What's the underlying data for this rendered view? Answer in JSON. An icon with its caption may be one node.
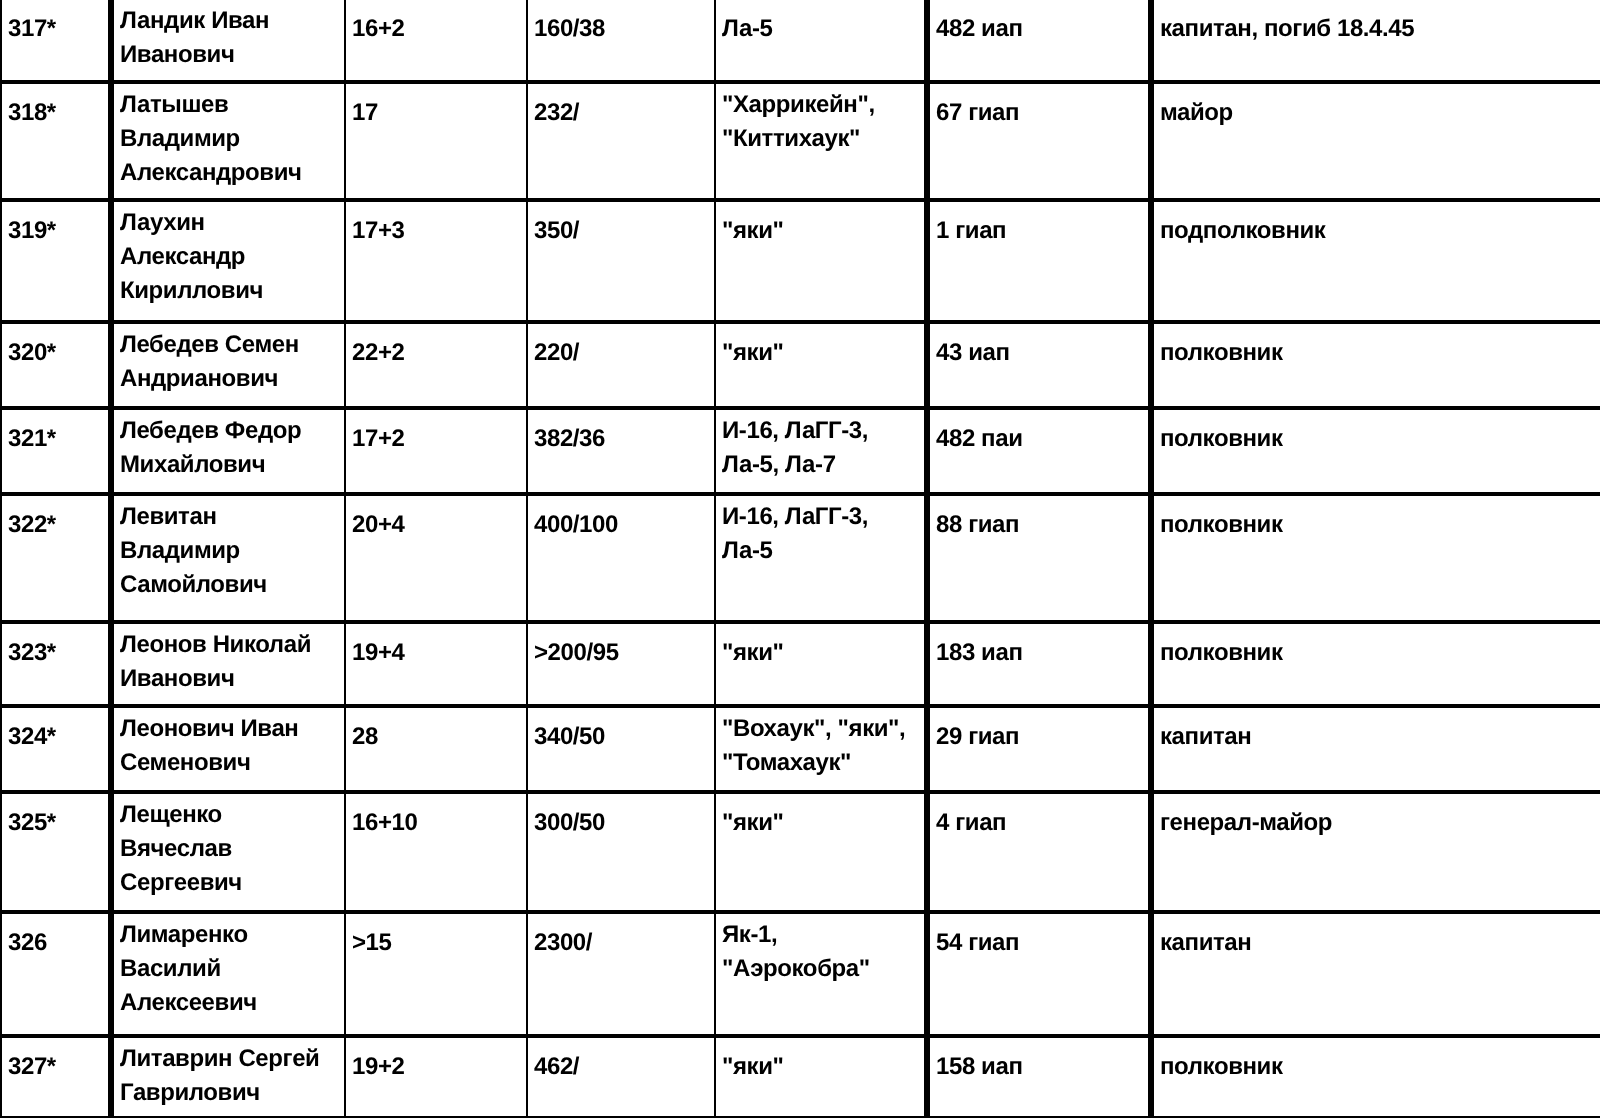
{
  "diagram": {
    "labels": [
      "317*",
      "Ландик Иван Иванович",
      "16+2",
      "160/38",
      "Ла-5",
      "482 иап",
      "капитан, погиб 18.4.45",
      "318*",
      "Латышев Владимир Александрович",
      "17",
      "232/",
      "\"Харрикейн\", \"Киттихаук\"",
      "67 гиап",
      "майор",
      "319*",
      "Лаухин Александр Кириллович",
      "17+3",
      "350/",
      "\"яки\"",
      "1 гиап",
      "подполковник",
      "320*",
      "Лебедев Семен Андрианович",
      "22+2",
      "220/",
      "\"яки\"",
      "43 иап",
      "полковник",
      "321*",
      "Лебедев Федор Михайлович",
      "17+2",
      "382/36",
      "И-16, ЛаГГ-3, Ла-5, Ла-7",
      "482 паи",
      "полковник",
      "322*",
      "Левитан Владимир Самойлович",
      "20+4",
      "400/100",
      "И-16, ЛаГГ-3, Ла-5",
      "88 гиап",
      "полковник",
      "323*",
      "Леонов Николай Иванович",
      "19+4",
      ">200/95",
      "\"яки\"",
      "183 иап",
      "полковник",
      "324*",
      "Леонович Иван Семенович",
      "28",
      "340/50",
      "\"Вохаук\", \"яки\", \"Томахаук\"",
      "29 гиап",
      "капитан",
      "325*",
      "Лещенко Вячеслав Сергеевич",
      "16+10",
      "300/50",
      "\"яки\"",
      "4 гиап",
      "генерал-майор",
      "326",
      "Лимаренко Василий Алексеевич",
      ">15",
      "2300/",
      "Як-1, \"Аэрокобра\"",
      "54 гиап",
      "капитан",
      "327*",
      "Литаврин Сергей Гаврилович",
      "19+2",
      "462/",
      "\"яки\"",
      "158 иап",
      "полковник"
    ]
  }
}
